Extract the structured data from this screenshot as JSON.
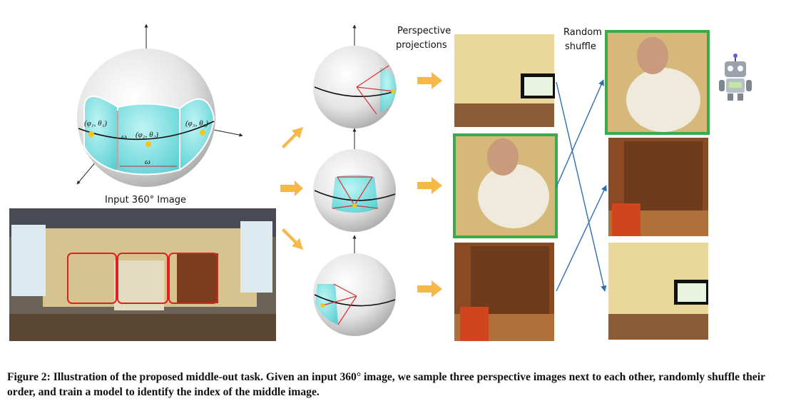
{
  "figure": {
    "input_label": "Input 360° Image",
    "projections_label_line1": "Perspective",
    "projections_label_line2": "projections",
    "shuffle_label_line1": "Random",
    "shuffle_label_line2": "shuffle",
    "sphere_labels": {
      "p1": "(φ₁, θ₁)",
      "p2": "(φ₂, θ₂)",
      "p3": "(φ₃, θ₃)",
      "omega1": "ω",
      "omega2": "ω"
    },
    "highlight_color": "#3aaa4a",
    "arrow_color": "#f7b84a",
    "line_color": "#2e6db5",
    "patch_color": "#7fe0e2"
  },
  "caption": {
    "label": "Figure 2:",
    "text": "Illustration of the proposed middle-out task. Given an input 360° image, we sample three perspective images next to each other, randomly shuffle their order, and train a model to identify the index of the middle image."
  }
}
